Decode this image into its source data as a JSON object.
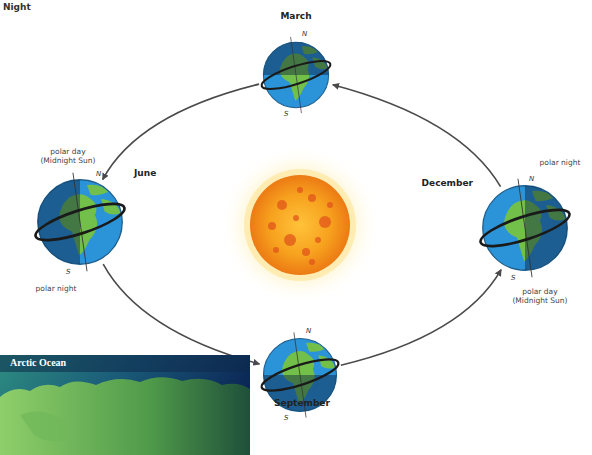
{
  "diagram": {
    "nodes": [
      {
        "text": [
          "March"
        ]
      },
      {
        "text": [
          "June",
          "polar day (Midnight Sun)",
          "polar night"
        ]
      },
      {
        "text": [
          "December",
          "polar night",
          "polar day (Midnight Sun)"
        ]
      },
      {
        "text": [
          "September"
        ]
      }
    ],
    "edges": [
      {
        "from": 0,
        "to": 1,
        "arrow": "to"
      },
      {
        "from": 1,
        "to": 3,
        "arrow": "to"
      },
      {
        "from": 3,
        "to": 2,
        "arrow": "to"
      },
      {
        "from": 2,
        "to": 0,
        "arrow": "to"
      }
    ],
    "labels": [
      "Night",
      "N",
      "S",
      "N",
      "S",
      "N",
      "S",
      "N",
      "S",
      "Arctic Ocean"
    ]
  }
}
